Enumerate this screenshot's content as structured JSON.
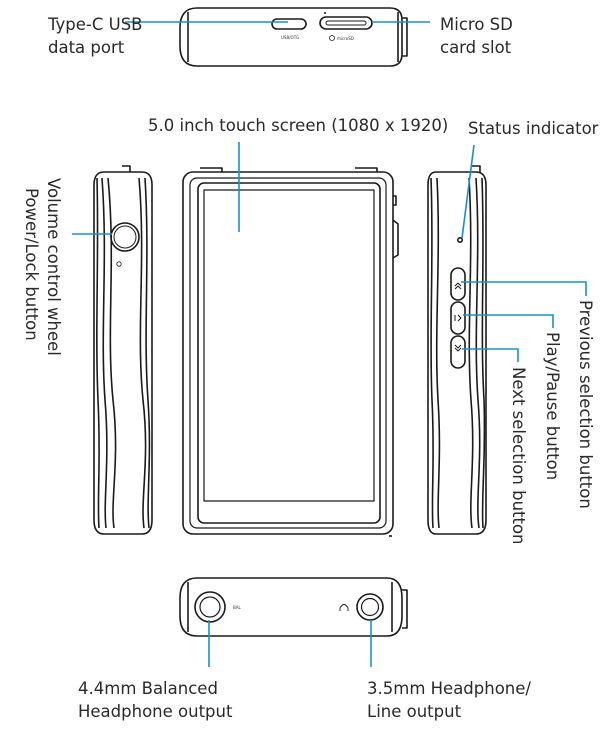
{
  "labels": {
    "usb_port": [
      "Type-C USB",
      "data port"
    ],
    "sd_slot": [
      "Micro SD",
      "card slot"
    ],
    "screen": "5.0 inch touch screen (1080 x 1920)",
    "status": "Status indicator",
    "volume_wheel": "Volume control wheel",
    "power_lock": "Power/Lock button",
    "previous": "Previous selection button",
    "play_pause": "Play/Pause button",
    "next": "Next selection button",
    "bal_out": [
      "4.4mm Balanced",
      "Headphone output"
    ],
    "hp_out": [
      "3.5mm Headphone/",
      "Line output"
    ]
  },
  "device_text": {
    "usb": "USB/OTG",
    "sd": "microSD",
    "bal": "BAL"
  },
  "colors": {
    "line": "#1a1a1a",
    "leader": "#1a8fd0",
    "text": "#2a2a2a"
  }
}
